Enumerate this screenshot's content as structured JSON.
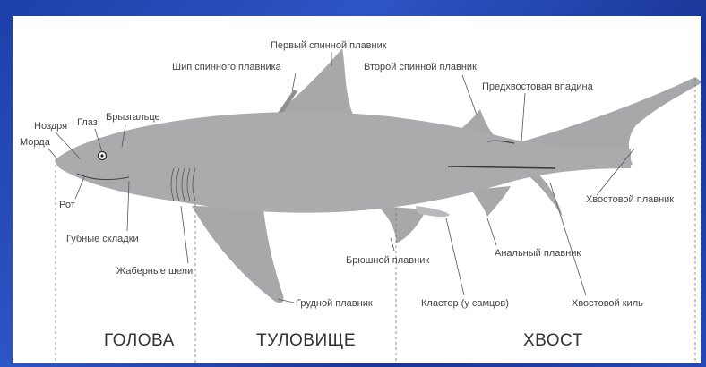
{
  "labels": {
    "first_dorsal_fin": "Первый спинной плавник",
    "dorsal_spine": "Шип спинного плавника",
    "second_dorsal_fin": "Второй спинной плавник",
    "precaudal_pit": "Предхвостовая впадина",
    "eye": "Глаз",
    "spiracle": "Брызгальце",
    "nostril": "Ноздря",
    "snout": "Морда",
    "mouth": "Рот",
    "labial_folds": "Губные складки",
    "gill_slits": "Жаберные щели",
    "pectoral_fin": "Грудной плавник",
    "pelvic_fin": "Брюшной плавник",
    "clasper": "Кластер (у самцов)",
    "anal_fin": "Анальный плавник",
    "caudal_keel": "Хвостовой киль",
    "caudal_fin": "Хвостовой плавник"
  },
  "sections": {
    "head": "ГОЛОВА",
    "trunk": "ТУЛОВИЩЕ",
    "tail": "ХВОСТ"
  },
  "colors": {
    "background_blue": "#2448b5",
    "body_gray": "#a9abad",
    "eye_white": "#ffffff"
  }
}
